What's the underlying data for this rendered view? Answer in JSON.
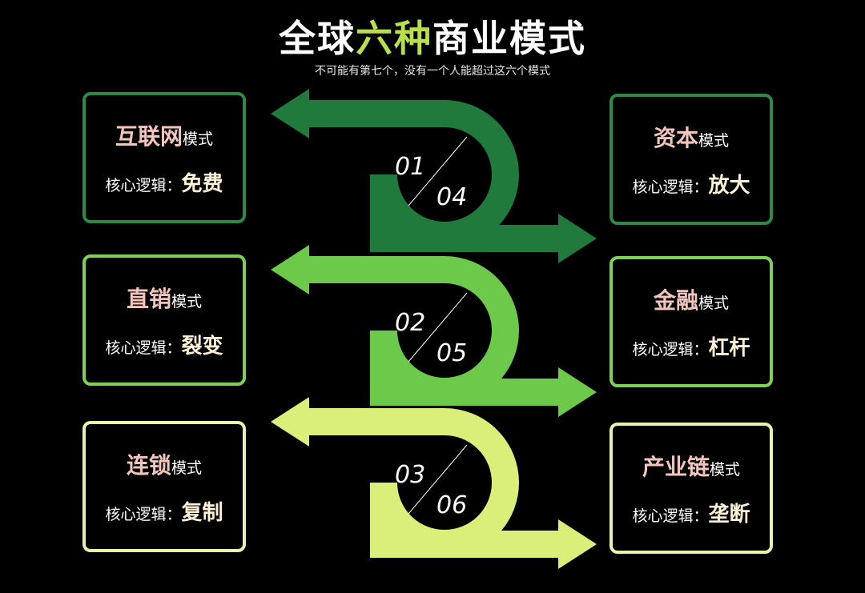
{
  "header": {
    "title_part1": "全球",
    "title_highlight": "六种",
    "title_part2": "商业模式",
    "subtitle": "不可能有第七个，没有一个人能超过这六个模式"
  },
  "flow": [
    {
      "left_num": "01",
      "right_num": "04",
      "color": "#1f7a3c"
    },
    {
      "left_num": "02",
      "right_num": "05",
      "color": "#6cc94a"
    },
    {
      "left_num": "03",
      "right_num": "06",
      "color": "#d9ef7a"
    }
  ],
  "cards": {
    "left": [
      {
        "name": "互联网",
        "suffix": "模式",
        "logic_label": "核心逻辑：",
        "logic_value": "免费",
        "border": "#2a8a46"
      },
      {
        "name": "直销",
        "suffix": "模式",
        "logic_label": "核心逻辑：",
        "logic_value": "裂变",
        "border": "#7bd254"
      },
      {
        "name": "连锁",
        "suffix": "模式",
        "logic_label": "核心逻辑：",
        "logic_value": "复制",
        "border": "#e6f3a8"
      }
    ],
    "right": [
      {
        "name": "资本",
        "suffix": "模式",
        "logic_label": "核心逻辑：",
        "logic_value": "放大",
        "border": "#2a8a46"
      },
      {
        "name": "金融",
        "suffix": "模式",
        "logic_label": "核心逻辑：",
        "logic_value": "杠杆",
        "border": "#7bd254"
      },
      {
        "name": "产业链",
        "suffix": "模式",
        "logic_label": "核心逻辑：",
        "logic_value": "垄断",
        "border": "#e6f3a8"
      }
    ]
  }
}
